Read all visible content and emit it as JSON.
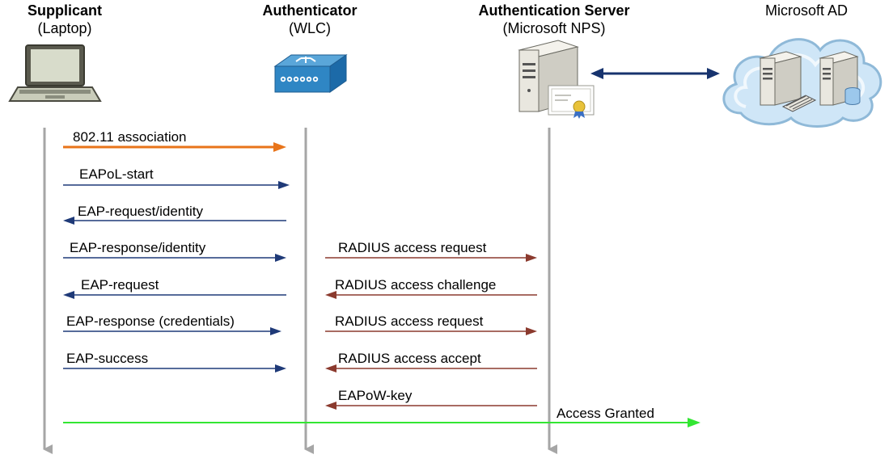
{
  "entities": {
    "supplicant": {
      "title": "Supplicant",
      "subtitle": "(Laptop)"
    },
    "authenticator": {
      "title": "Authenticator",
      "subtitle": "(WLC)"
    },
    "server": {
      "title": "Authentication Server",
      "subtitle": "(Microsoft NPS)"
    },
    "ad": {
      "title": "Microsoft AD"
    }
  },
  "messages": {
    "assoc": "802.11 association",
    "eapol_start": "EAPoL-start",
    "eap_req_identity": "EAP-request/identity",
    "eap_resp_identity": "EAP-response/identity",
    "eap_request": "EAP-request",
    "eap_resp_credentials": "EAP-response (credentials)",
    "eap_success": "EAP-success",
    "radius_req_1": "RADIUS access request",
    "radius_challenge": "RADIUS access challenge",
    "radius_req_2": "RADIUS access request",
    "radius_accept": "RADIUS access accept",
    "eapow_key": "EAPoW-key",
    "access_granted": "Access Granted"
  },
  "colors": {
    "lifeline": "#a6a6a6",
    "eap": "#1f3a78",
    "radius": "#8b3a2e",
    "assoc": "#e8741a",
    "granted": "#33e633",
    "ad_link": "#17336e"
  }
}
